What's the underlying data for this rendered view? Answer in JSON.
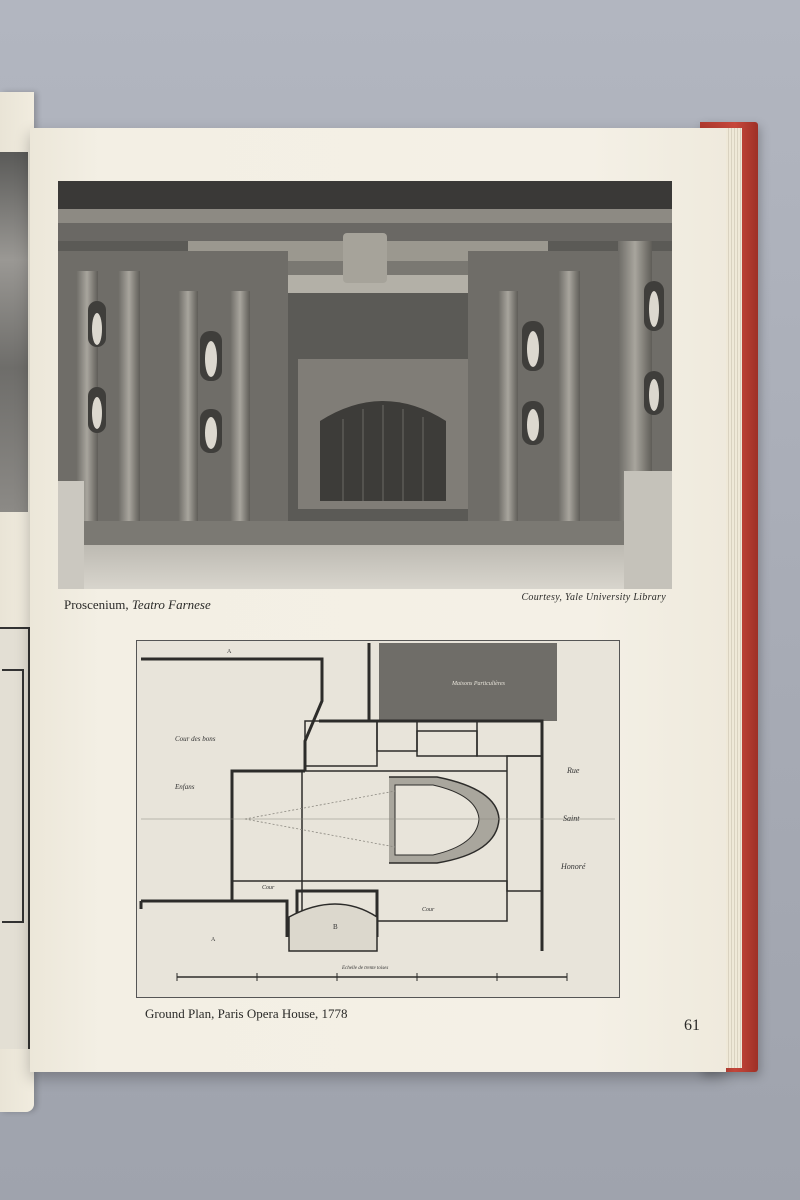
{
  "top_caption": {
    "prefix": "Proscenium, ",
    "title_italic": "Teatro Farnese"
  },
  "courtesy": "Courtesy, Yale University Library",
  "bottom_caption": "Ground Plan, Paris Opera House, 1778",
  "page_number": "61",
  "plan_labels": {
    "maisons": "Maisons Particulières",
    "cour_bons": "Cour des bons",
    "enfans": "Enfans",
    "rue": "Rue",
    "saint": "Saint",
    "honore": "Honoré",
    "cour": "Cour",
    "echelle": "Echelle de trente toises",
    "a": "A",
    "b": "B"
  }
}
